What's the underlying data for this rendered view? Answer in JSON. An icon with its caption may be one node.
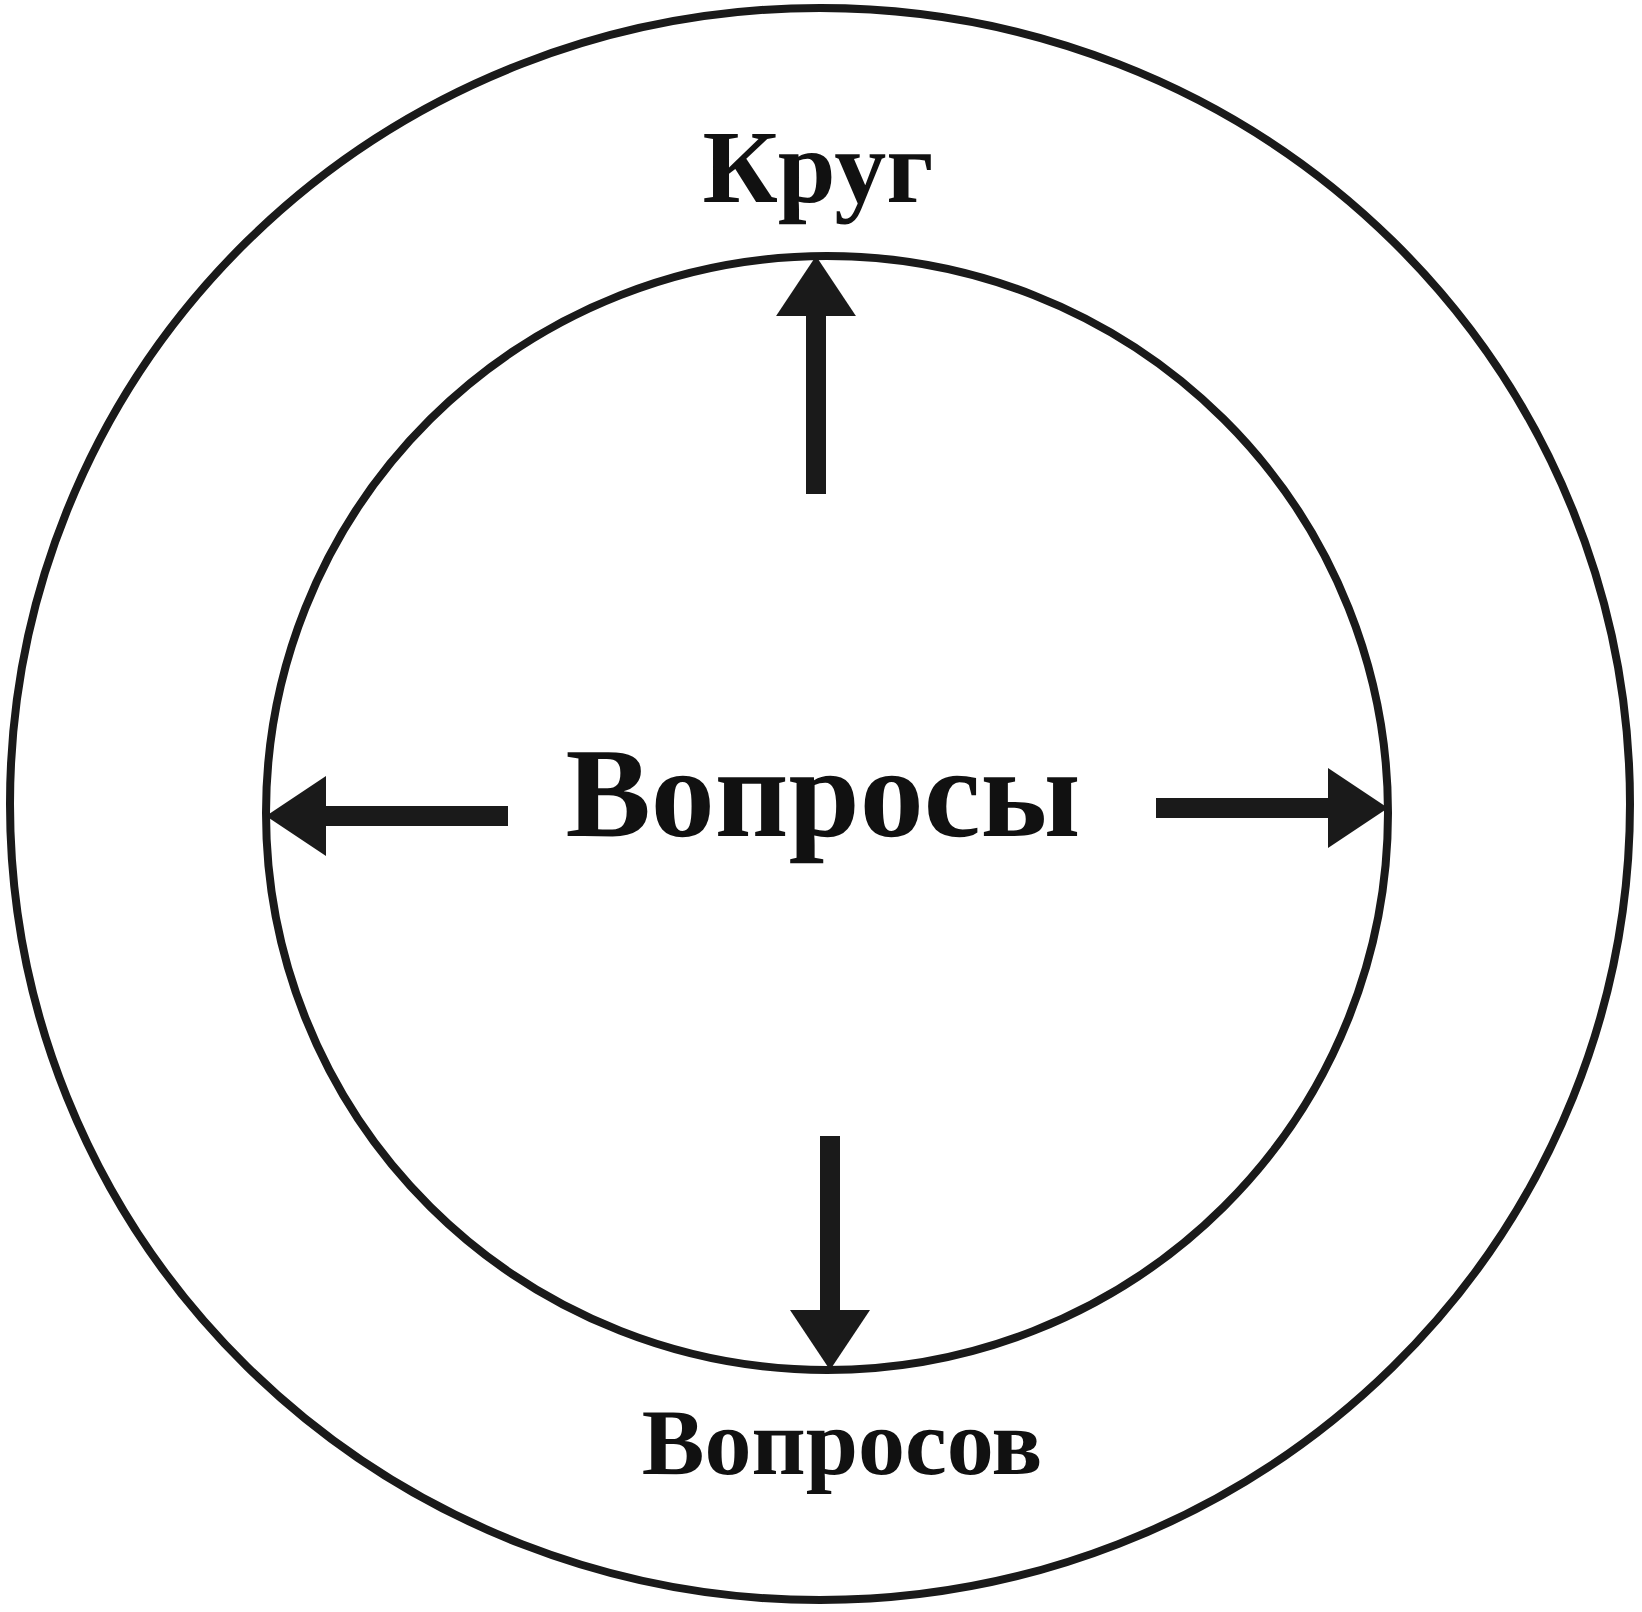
{
  "diagram": {
    "nodes": [
      {
        "text": [
          "Круг",
          "Вопросов"
        ]
      },
      {
        "text": [
          "Вопросы"
        ],
        "in": 0
      }
    ],
    "edges": [
      {
        "from": null,
        "to": 1,
        "arrow": "to"
      },
      {
        "from": null,
        "to": 1,
        "arrow": "to"
      },
      {
        "from": null,
        "to": 1,
        "arrow": "to"
      },
      {
        "from": null,
        "to": 1,
        "arrow": "to"
      }
    ]
  }
}
